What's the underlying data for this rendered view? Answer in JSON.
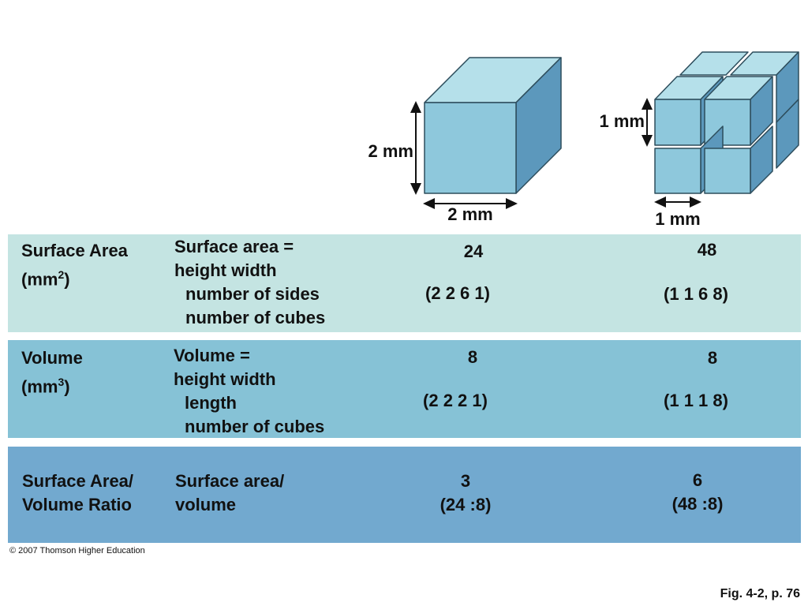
{
  "colors": {
    "band_surface": "#c4e4e2",
    "band_volume": "#86c2d6",
    "band_ratio": "#72a9cf",
    "cube_front": "#8ec8dc",
    "cube_top": "#b5e0ea",
    "cube_side": "#5c98bc",
    "cube_edge": "#2d4d5c"
  },
  "diagram": {
    "large_cube": {
      "height_label": "2 mm",
      "width_label": "2 mm"
    },
    "small_cubes": {
      "height_label": "1 mm",
      "width_label": "1 mm"
    }
  },
  "rows": {
    "surface": {
      "title_line1": "Surface Area",
      "title_line2_pre": "(mm",
      "title_line2_sup": "2",
      "title_line2_post": ")",
      "formula": [
        "Surface area =",
        "height   width",
        "number of sides",
        "number of cubes"
      ],
      "large_value": "24",
      "large_calc": "(2   2   6   1)",
      "small_value": "48",
      "small_calc": "(1   1   6   8)"
    },
    "volume": {
      "title_line1": "Volume",
      "title_line2_pre": "(mm",
      "title_line2_sup": "3",
      "title_line2_post": ")",
      "formula": [
        "Volume =",
        "height   width",
        "length",
        "number of cubes"
      ],
      "large_value": "8",
      "large_calc": "(2   2   2   1)",
      "small_value": "8",
      "small_calc": "(1   1   1   8)"
    },
    "ratio": {
      "title_line1": "Surface Area/",
      "title_line2": "Volume Ratio",
      "formula": [
        "Surface area/",
        "volume"
      ],
      "large_value": "3",
      "large_calc": "(24 :8)",
      "small_value": "6",
      "small_calc": "(48 :8)"
    }
  },
  "footer": {
    "copyright": "© 2007 Thomson Higher Education",
    "figure_ref": "Fig. 4-2, p. 76"
  }
}
